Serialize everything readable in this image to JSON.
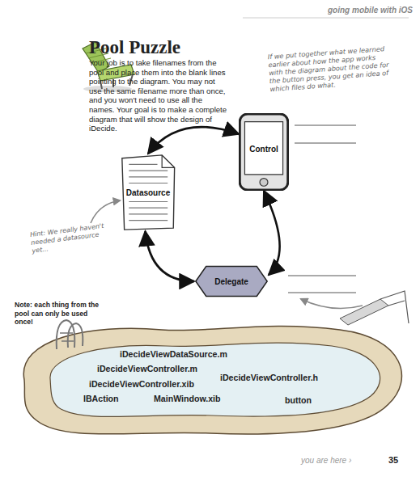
{
  "diagram": {
    "title": "Pool Puzzle",
    "nodes": [
      {
        "text": [
          "Control"
        ]
      },
      {
        "text": [
          "Datasource"
        ]
      },
      {
        "text": [
          "Delegate"
        ]
      }
    ],
    "edges": [
      {
        "from": 0,
        "to": 1,
        "arrow": "both"
      },
      {
        "from": 1,
        "to": 2,
        "arrow": "both"
      },
      {
        "from": 2,
        "to": 0,
        "arrow": "both"
      }
    ],
    "labels": [
      "going mobile with iOS",
      "Your job is to take filenames from the pool and place them into the blank lines pointing to the diagram. You may not use the same filename more than once, and you won't need to use all the names. Your goal is to make a complete diagram that will show the design of iDecide.",
      "If we put together what we learned earlier about how the app works with the diagram about the code for the button press, you get an idea of which files do what.",
      "Hint: We really haven't needed a datasource yet...",
      "Note: each thing from the pool can only be used once!",
      "iDecideViewDataSource.m",
      "iDecideViewController.m",
      "iDecideViewController.xib",
      "iDecideViewController.h",
      "IBAction",
      "MainWindow.xib",
      "button",
      "you are here ›",
      "35"
    ]
  }
}
